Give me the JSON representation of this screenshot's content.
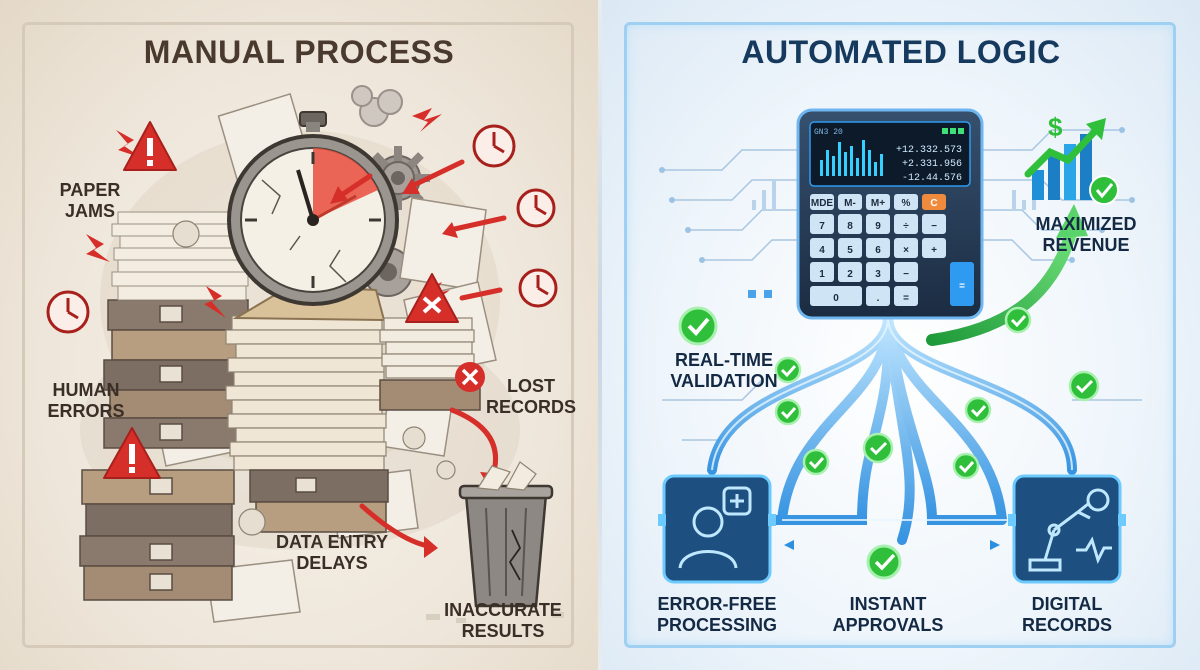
{
  "manual": {
    "title": "MANUAL PROCESS",
    "labels": {
      "paper_jams": [
        "PAPER",
        "JAMS"
      ],
      "human_errors": [
        "HUMAN",
        "ERRORS"
      ],
      "lost_records": [
        "LOST",
        "RECORDS"
      ],
      "data_entry_delays": [
        "DATA ENTRY",
        "DELAYS"
      ],
      "inaccurate_results": [
        "INACCURATE",
        "RESULTS"
      ]
    }
  },
  "automated": {
    "title": "AUTOMATED LOGIC",
    "labels": {
      "real_time_validation": [
        "REAL-TIME",
        "VALIDATION"
      ],
      "maximized_revenue": [
        "MAXIMIZED",
        "REVENUE"
      ],
      "error_free_processing": [
        "ERROR-FREE",
        "PROCESSING"
      ],
      "instant_approvals": [
        "INSTANT",
        "APPROVALS"
      ],
      "digital_records": [
        "DIGITAL",
        "RECORDS"
      ]
    },
    "calculator": {
      "header": "GN3 20",
      "readouts": [
        "+12.332.573",
        "+2.331.956",
        "-12.44.576"
      ],
      "keys": [
        "MDE",
        "M-",
        "M+",
        "%",
        "C",
        "7",
        "8",
        "9",
        "÷",
        "−",
        "4",
        "5",
        "6",
        "×",
        "+",
        "1",
        "2",
        "3",
        "−",
        "=",
        "0",
        ".",
        "="
      ]
    },
    "revenue_symbol": "$"
  },
  "colors": {
    "manual_title": "#4a3a2e",
    "automated_title": "#163a5e",
    "warning_red": "#d62f2a",
    "check_green": "#2fbf3a",
    "circuit_blue": "#2d8fe0"
  }
}
